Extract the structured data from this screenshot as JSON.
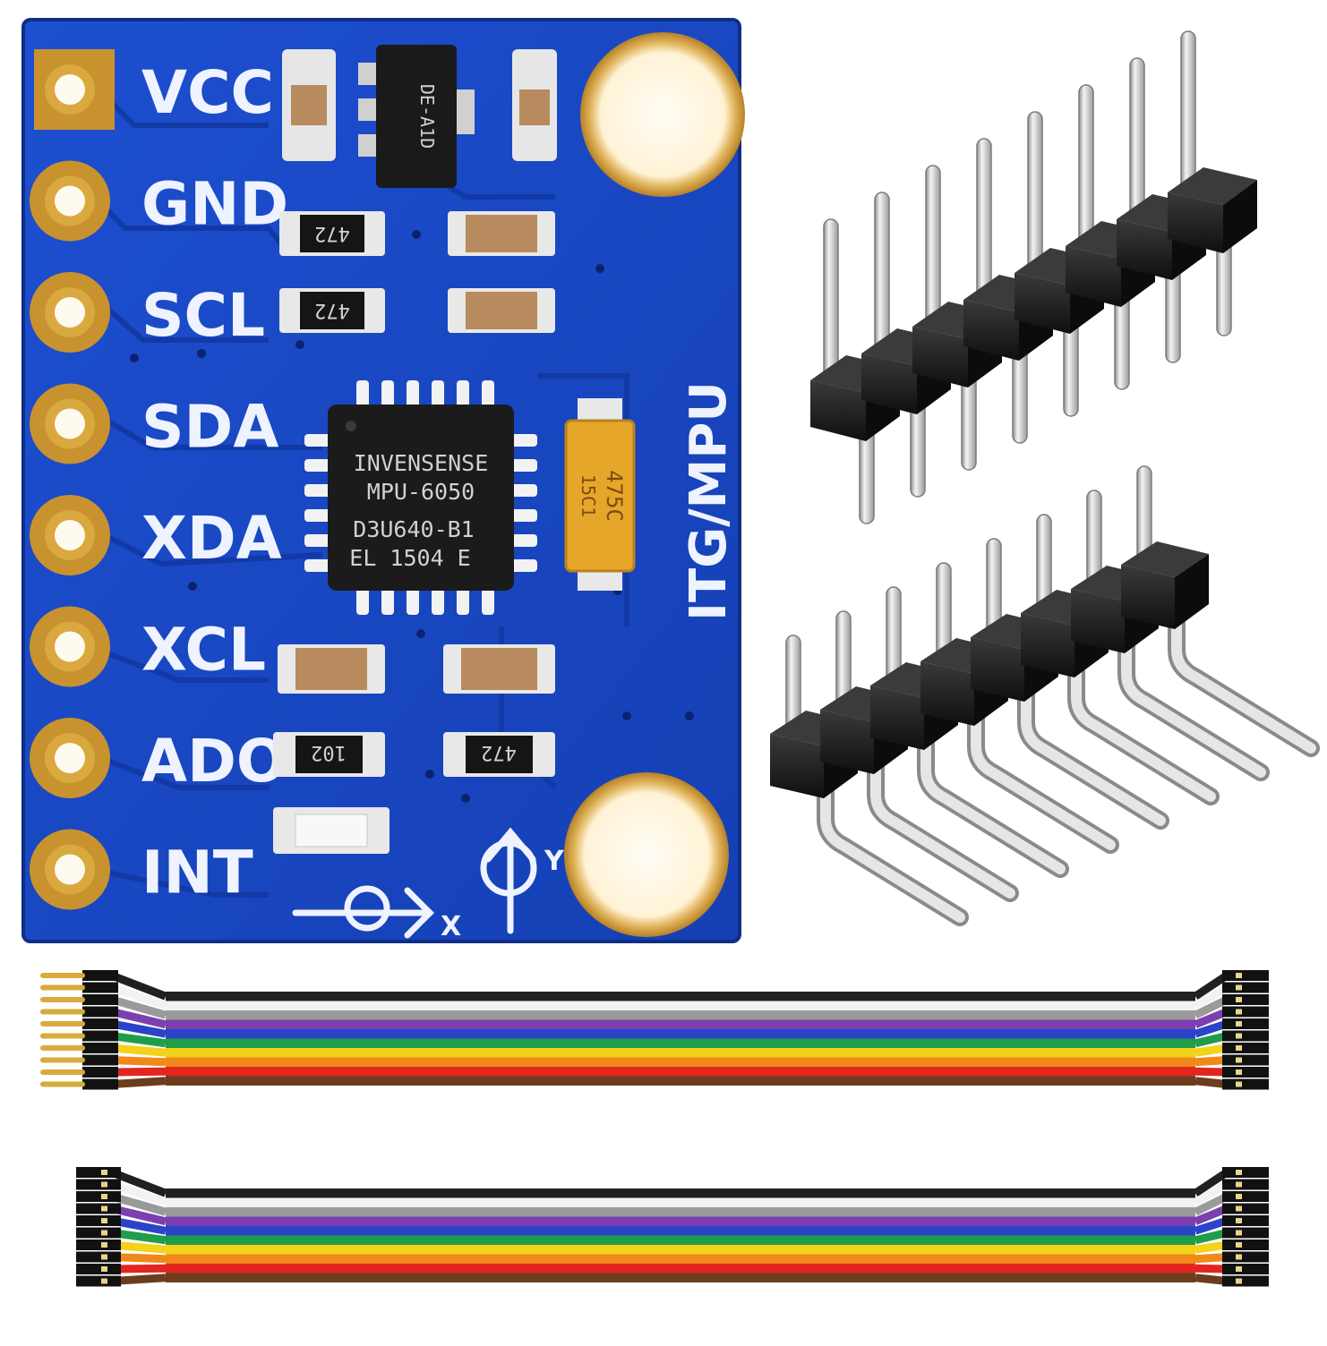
{
  "pcb": {
    "pins": [
      "VCC",
      "GND",
      "SCL",
      "SDA",
      "XDA",
      "XCL",
      "ADO",
      "INT"
    ],
    "chip": {
      "line1": "INVENSENSE",
      "line2": "MPU-6050",
      "line3": "D3U640-B1",
      "line4": "EL 1504 E"
    },
    "side_label": "ITG/MPU",
    "regulator_marking": "DE-A1D",
    "tantalum_cap": {
      "line1": "475C",
      "line2": "15C1"
    },
    "resistors": [
      "472",
      "472",
      "102",
      "472"
    ],
    "axis_labels": {
      "x": "X",
      "y": "Y"
    }
  },
  "header_pins": {
    "straight_count": 8,
    "right_angle_count": 8
  },
  "jumper_cables": {
    "colors": [
      "#202020",
      "#f2f2f2",
      "#9a9a9a",
      "#7b3fb0",
      "#2a44c8",
      "#1f9d48",
      "#f2d21b",
      "#f0891a",
      "#e2261f",
      "#6b3d1e"
    ]
  }
}
